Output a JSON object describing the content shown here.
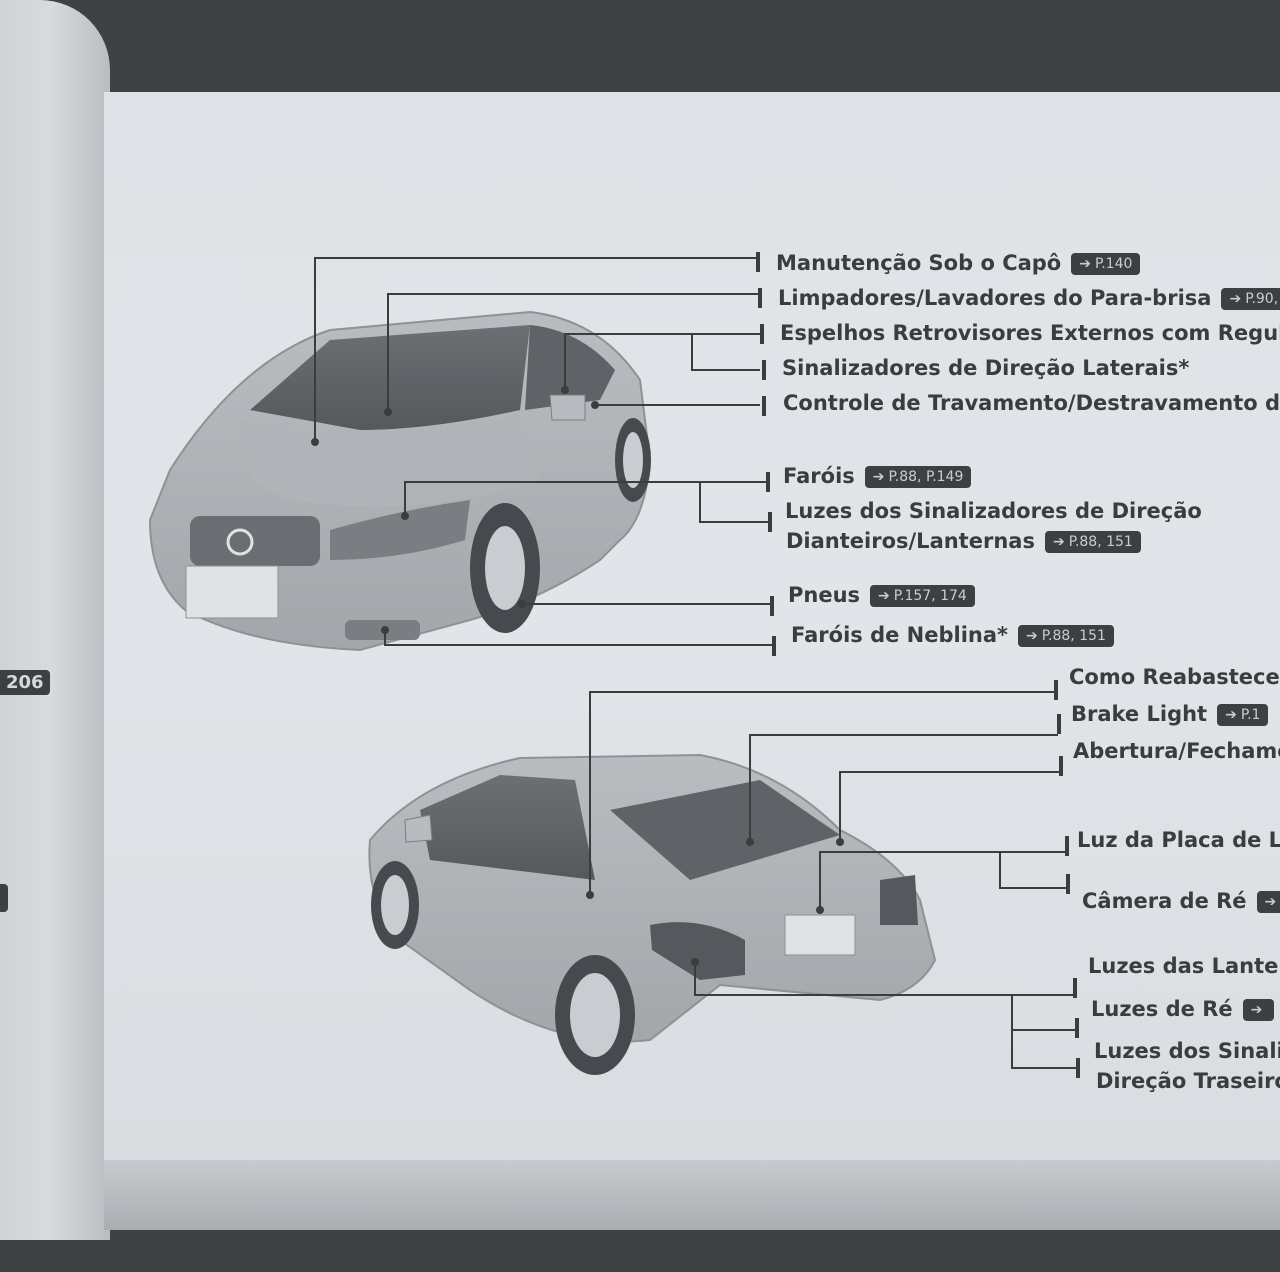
{
  "front_callouts": [
    {
      "text": "Manutenção Sob o Capô",
      "ref": "P.140"
    },
    {
      "text": "Limpadores/Lavadores do Para-brisa",
      "ref": "P.90,"
    },
    {
      "text": "Espelhos Retrovisores Externos com Regulage",
      "ref": ""
    },
    {
      "text": "Sinalizadores de Direção Laterais*",
      "ref": ""
    },
    {
      "text": "Controle de Travamento/Destravamento das",
      "ref": ""
    },
    {
      "text": "Faróis",
      "ref": "P.88, P.149"
    },
    {
      "text": "Luzes dos Sinalizadores de Direção",
      "ref": ""
    },
    {
      "text": "Dianteiros/Lanternas",
      "ref": "P.88, 151"
    },
    {
      "text": "Pneus",
      "ref": "P.157, 174"
    },
    {
      "text": "Faróis de Neblina*",
      "ref": "P.88, 151"
    }
  ],
  "rear_callouts": [
    {
      "text": "Como Reabastecer",
      "ref": ""
    },
    {
      "text": "Brake Light",
      "ref": "P.1"
    },
    {
      "text": "Abertura/Fechame",
      "ref": ""
    },
    {
      "text": "Luz da Placa de Li",
      "ref": ""
    },
    {
      "text": "Câmera de Ré",
      "ref": ""
    },
    {
      "text": "Luzes das Lanter",
      "ref": ""
    },
    {
      "text": "Luzes de Ré",
      "ref": ""
    },
    {
      "text": "Luzes dos Sinali",
      "ref": ""
    },
    {
      "text": "Direção Traseiro",
      "ref": ""
    }
  ],
  "left_page": {
    "tab_text": "206"
  },
  "colors": {
    "page": "#e1e4e8",
    "ink": "#3a3c3f",
    "badge": "#3d4043"
  }
}
